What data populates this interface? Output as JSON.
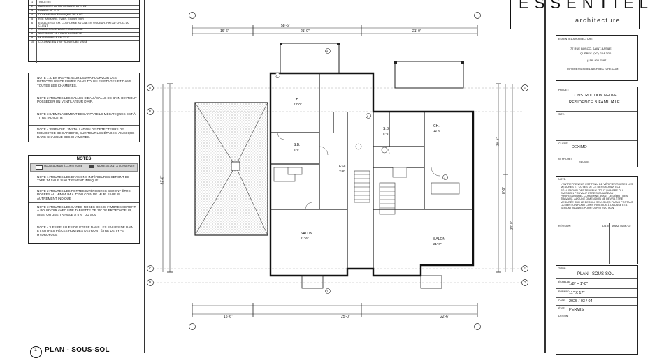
{
  "legend_table": {
    "rows": [
      {
        "num": "1",
        "text": "TOILETTE"
      },
      {
        "num": "2",
        "text": "BAIGNOIRE AUTOPORTANTE 66\" X 24\""
      },
      {
        "num": "3",
        "text": "LAVABO 30\" X 20\""
      },
      {
        "num": "4",
        "text": "DOUCHE EN CÉRAMIQUE 36\" X 60\""
      },
      {
        "num": "5",
        "text": "RÉF. ARMOIRE, ÉVIER, ÉGOUTTOIR"
      },
      {
        "num": "6",
        "text": "ESCALIER 15 CM, CONFORME AU CNB EN VIGUEUR, FINI AU CHOIX DU CLIENT"
      },
      {
        "num": "7",
        "text": "GARDE-FOU EN ACIER GALVANISÉ"
      },
      {
        "num": "8",
        "text": "MUR SOUFFLÉ POUR PLOMBERIE"
      },
      {
        "num": "9",
        "text": "MUR SOUFFLÉ EN 2\"X4\""
      },
      {
        "num": "10",
        "text": "COLONNE EN 6\"X6\" SONOTUBE VISSÉ"
      }
    ]
  },
  "general_notes": [
    "NOTE 1: L'ENTREPRENEUR DEVRA POURVOIR DES DÉTECTEURS DE FUMÉE DANS TOUS LES ÉTAGES ET DANS TOUTES LES CHAMBRES.",
    "NOTE 2: TOUTES LES SALLES D'EAU / SALLE DE BAIN DEVRONT POSSÉDER UN VENTILATEUR D'AIR.",
    "NOTE 3: L'EMPLACEMENT DES APPAREILS MÉCANIQUES EST À TITRE INDICATIF.",
    "NOTE 4: PRÉVOIR L'INSTALLATION DE DÉTECTEURS DE MONOXYDE DE CARBONE, SUR TOUT LES ÉTAGES, AINSI QUE DANS CHACUNE DES CHAMBRES."
  ],
  "notes_box": {
    "title": "NOTES",
    "legend_left": "NOUVEAU MUR À CONSTRUIRE",
    "legend_right": "MUR EXISTANT À CONSERVER",
    "items": [
      "NOTE 1: TOUTES LES DIVISIONS INTÉRIEURES SERONT DE TYPE 14 SAUF SI AUTREMENT INDIQUÉ",
      "NOTE 2: TOUTES LES PORTES INTÉRIEURES SERONT ÊTRE POSÉES AU MINIMUM À 4\" DU COIN DE MUR, SAUF SI AUTREMENT INDIQUÉ",
      "NOTE 3: TOUTES LES GARDE-ROBES DES CHAMBRES SERONT À POURVOIR AVEC UNE TABLETTE DE 16\" DE PROFONDEUR, AINSI QU'UNE TRINGLE À 5'-6\" DU SOL",
      "NOTE 4: LES FEUILLES DE GYPSE DANS LES SALLES DE BAIN ET AUTRES PIÈCES HUMIDES DEVRONT ÊTRE DE TYPE HYDROFUGE"
    ]
  },
  "title_block": {
    "logo_top": "ESSENTIEL",
    "logo_sub": "architecture",
    "firm_name": "ESSENTIEL ARCHITECTURE",
    "address1": "77 RUE BOSCO, SAINT-BASILE,",
    "address2": "QUÉBEC (QC) G0A 3G0",
    "phone": "(418) 806-7687",
    "email": "INFO@ESSENTIELARCHITECTURE.COM",
    "projet_label": "PROJET:",
    "projet_line1": "CONSTRUCTION NEUVE",
    "projet_line2": "RÉSIDENCE BIFAMILIALE",
    "site_label": "SITE:",
    "client_label": "CLIENT:",
    "client_value": "DEXIMO",
    "num_projet_label": "N° PROJET:",
    "num_projet_value": "24-04-04",
    "note_label": "NOTE:",
    "note_text": "L'ENTREPRENEUR EST TENU DE VÉRIFIER TOUTES LES MESURES ET COTES DE CE DESSIN AVANT LA RÉALISATION DES TRAVAUX. TOUT NOMBRE OU OMISSION POUVANT ÊTRE SIGNALÉE AU PROFESSIONNEL CONCERNÉ AVANT LE DÉBUT DES TRAVAUX. AUCUNE DIMENSION NE DEVRA ÊTRE MESURÉE SUR LE DESSIN. SEULS LES PLANS PORTANT LA MENTION POUR CONSTRUCTION À LA CASE ÉTAT SERONT VALIDES POUR CONSTRUCTION.",
    "revision_label": "RÉVISION:",
    "rev_col1": "DATE",
    "rev_col2": "AAAA / MM / JJ",
    "titre_label": "TITRE:",
    "titre_value": "PLAN - SOUS-SOL",
    "echelle_label": "ÉCHELLE:",
    "echelle_value": "1/8\" = 1'-0\"",
    "format_label": "FORMAT:",
    "format_value": "11\" X 17\"",
    "date_label": "DATE:",
    "date_value": "2025 / 03 / 04",
    "etat_label": "ÉTAT:",
    "etat_value": "PERMIS",
    "dessin_label": "DESSIN:"
  },
  "plan": {
    "title_num": "1",
    "title": "PLAN - SOUS-SOL",
    "grid_labels": [
      "A",
      "B",
      "C",
      "D",
      "E",
      "F",
      "G"
    ],
    "dim_overall": "58'-6\"",
    "dim_top_segments": [
      "16'-6\"",
      "21'-0\"",
      "21'-0\""
    ],
    "dim_bottom_segments": [
      "15'-6\"",
      "25'-0\"",
      "22'-6\""
    ],
    "dim_left": "32'-0\"",
    "dim_right": [
      "26'-6\"",
      "8'-6\"",
      "24'-0\""
    ],
    "rooms": [
      {
        "name": "CH.",
        "dim": "13'-0\""
      },
      {
        "name": "S.B.",
        "dim": "8'-0\""
      },
      {
        "name": "ESC.",
        "dim": "3'-6\""
      },
      {
        "name": "SALON",
        "dim": "21'-6\""
      },
      {
        "name": "CH.",
        "dim": "12'-6\""
      },
      {
        "name": "S.B.",
        "dim": "8'-6\""
      },
      {
        "name": "SALON",
        "dim": "21'-0\""
      }
    ],
    "callouts": [
      "8",
      "9",
      "7",
      "6",
      "3"
    ]
  }
}
